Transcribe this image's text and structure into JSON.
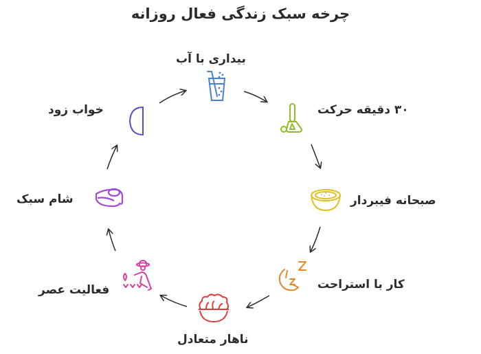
{
  "title": "چرخه سبک زندگی فعال روزانه",
  "steps": [
    {
      "label": "بیداری با آب",
      "icon": "water-glass-icon",
      "color": "#4a7fd6"
    },
    {
      "label": "۳۰ دقیقه حرکت",
      "icon": "exercise-equipment-icon",
      "color": "#8dbb2c"
    },
    {
      "label": "صبحانه فیبردار",
      "icon": "bowl-icon",
      "color": "#e0c020"
    },
    {
      "label": "کار با استراحت",
      "icon": "sleep-moon-icon",
      "color": "#e0882a"
    },
    {
      "label": "ناهار متعادل",
      "icon": "salad-bowl-icon",
      "color": "#e03a3a"
    },
    {
      "label": "فعالیت عصر",
      "icon": "gardening-person-icon",
      "color": "#d83ea0"
    },
    {
      "label": "شام سبک",
      "icon": "light-dinner-icon",
      "color": "#a04ad8"
    },
    {
      "label": "خواب زود",
      "icon": "half-moon-icon",
      "color": "#5a4ac8"
    }
  ],
  "arrow_color": "#2a2a2a"
}
